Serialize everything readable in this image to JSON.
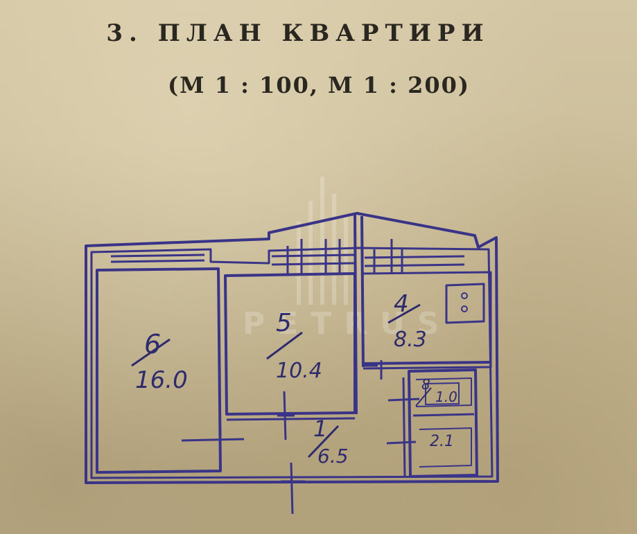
{
  "title": "3. ПЛАН КВАРТИРИ",
  "scale": "(М 1 : 100, М 1 : 200)",
  "watermark": "PETRUS",
  "rooms": [
    {
      "number": "6",
      "area": "16.0"
    },
    {
      "number": "5",
      "area": "10.4"
    },
    {
      "number": "4",
      "area": "8.3"
    },
    {
      "number": "1",
      "area": "6.5"
    },
    {
      "number": "8",
      "area": "1.0"
    },
    {
      "number": "",
      "area": "2.1"
    }
  ],
  "colors": {
    "ink": "#3a3488",
    "paper": "#cbbd9a",
    "title": "#2a2620"
  }
}
